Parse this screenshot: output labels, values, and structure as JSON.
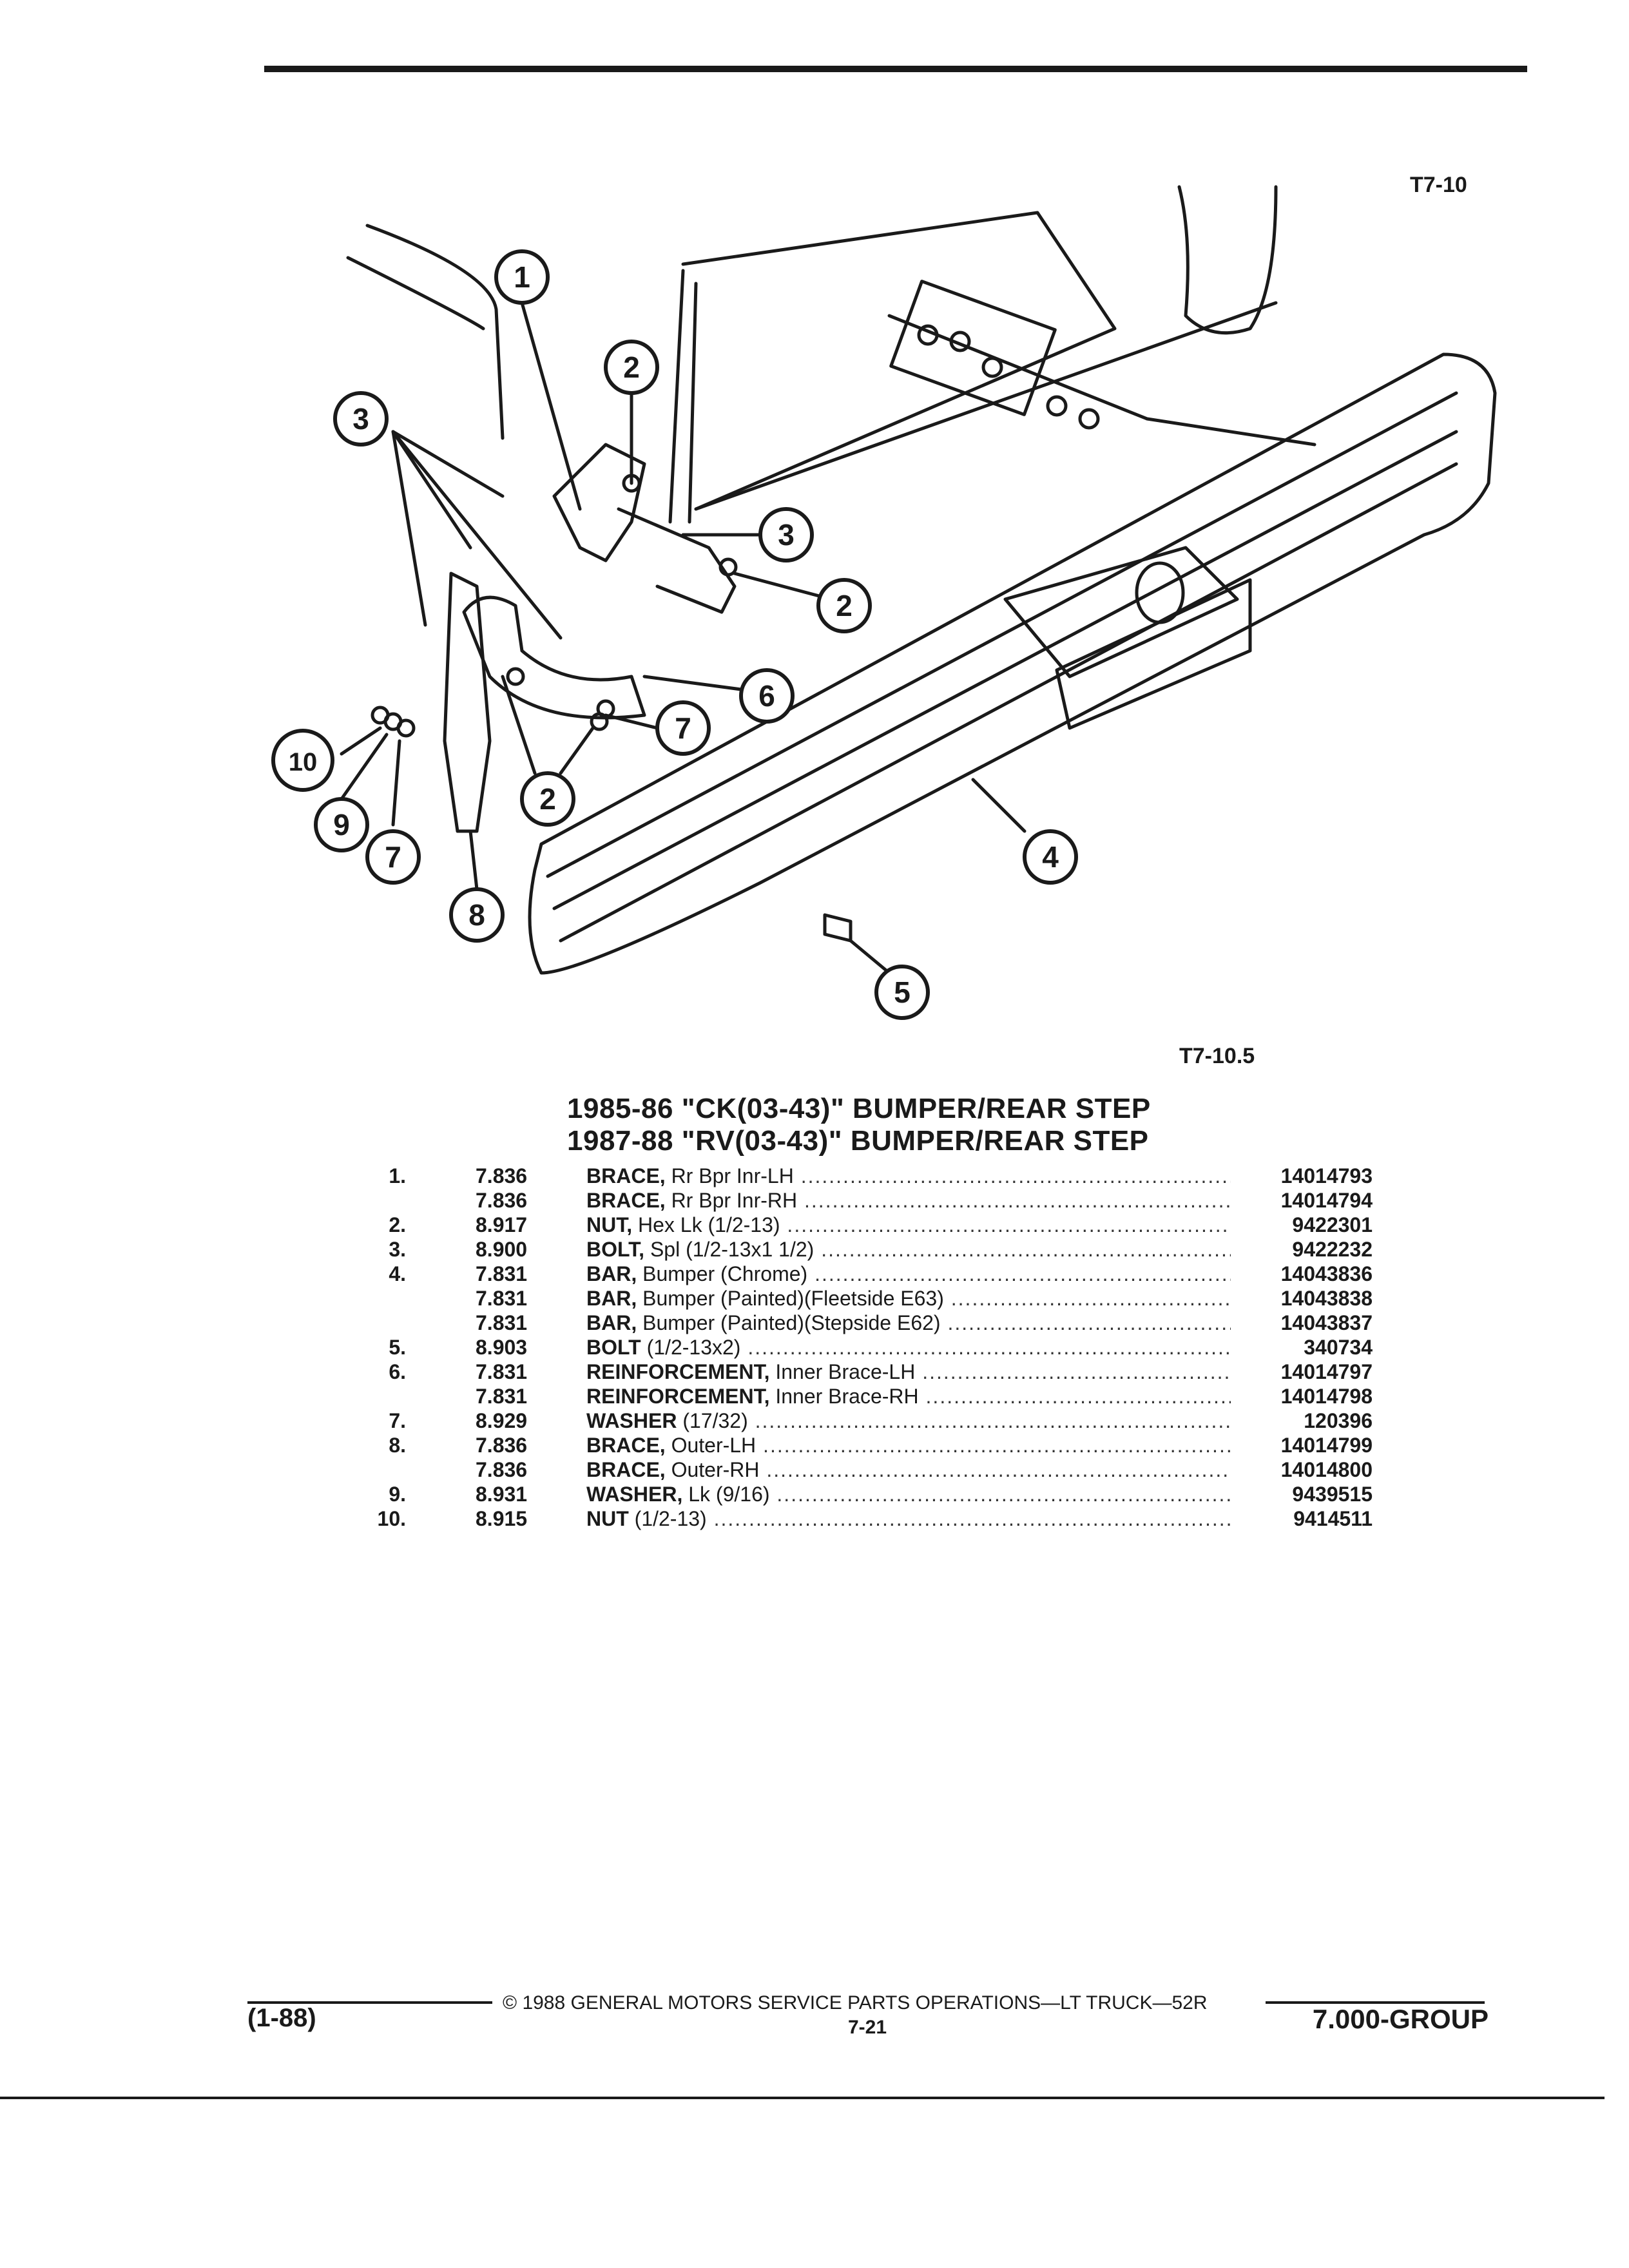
{
  "figure": {
    "label_top": "T7-10",
    "label_bottom": "T7-10.5",
    "callouts": [
      "1",
      "2",
      "3",
      "3",
      "2",
      "6",
      "7",
      "2",
      "10",
      "9",
      "7",
      "8",
      "4",
      "5"
    ]
  },
  "titles": {
    "line1": "1985-86 \"CK(03-43)\" BUMPER/REAR STEP",
    "line2": "1987-88 \"RV(03-43)\" BUMPER/REAR STEP"
  },
  "parts": [
    {
      "no": "1.",
      "group": "7.836",
      "name": "BRACE,",
      "spec": "Rr Bpr Inr-LH",
      "part": "14014793"
    },
    {
      "no": "",
      "group": "7.836",
      "name": "BRACE,",
      "spec": "Rr Bpr Inr-RH",
      "part": "14014794"
    },
    {
      "no": "2.",
      "group": "8.917",
      "name": "NUT,",
      "spec": "Hex Lk (1/2-13)",
      "part": "9422301"
    },
    {
      "no": "3.",
      "group": "8.900",
      "name": "BOLT,",
      "spec": "Spl (1/2-13x1 1/2)",
      "part": "9422232"
    },
    {
      "no": "4.",
      "group": "7.831",
      "name": "BAR,",
      "spec": "Bumper (Chrome)",
      "part": "14043836"
    },
    {
      "no": "",
      "group": "7.831",
      "name": "BAR,",
      "spec": "Bumper (Painted)(Fleetside E63)",
      "part": "14043838"
    },
    {
      "no": "",
      "group": "7.831",
      "name": "BAR,",
      "spec": "Bumper (Painted)(Stepside E62)",
      "part": "14043837"
    },
    {
      "no": "5.",
      "group": "8.903",
      "name": "BOLT",
      "spec": "(1/2-13x2)",
      "part": "340734"
    },
    {
      "no": "6.",
      "group": "7.831",
      "name": "REINFORCEMENT,",
      "spec": "Inner Brace-LH",
      "part": "14014797"
    },
    {
      "no": "",
      "group": "7.831",
      "name": "REINFORCEMENT,",
      "spec": "Inner Brace-RH",
      "part": "14014798"
    },
    {
      "no": "7.",
      "group": "8.929",
      "name": "WASHER",
      "spec": "(17/32)",
      "part": "120396"
    },
    {
      "no": "8.",
      "group": "7.836",
      "name": "BRACE,",
      "spec": "Outer-LH",
      "part": "14014799"
    },
    {
      "no": "",
      "group": "7.836",
      "name": "BRACE,",
      "spec": "Outer-RH",
      "part": "14014800"
    },
    {
      "no": "9.",
      "group": "8.931",
      "name": "WASHER,",
      "spec": "Lk (9/16)",
      "part": "9439515"
    },
    {
      "no": "10.",
      "group": "8.915",
      "name": "NUT",
      "spec": "(1/2-13)",
      "part": "9414511"
    }
  ],
  "footer": {
    "date": "(1-88)",
    "copyright": "© 1988 GENERAL MOTORS SERVICE PARTS OPERATIONS—LT TRUCK—52R",
    "page": "7-21",
    "group": "7.000-GROUP"
  }
}
